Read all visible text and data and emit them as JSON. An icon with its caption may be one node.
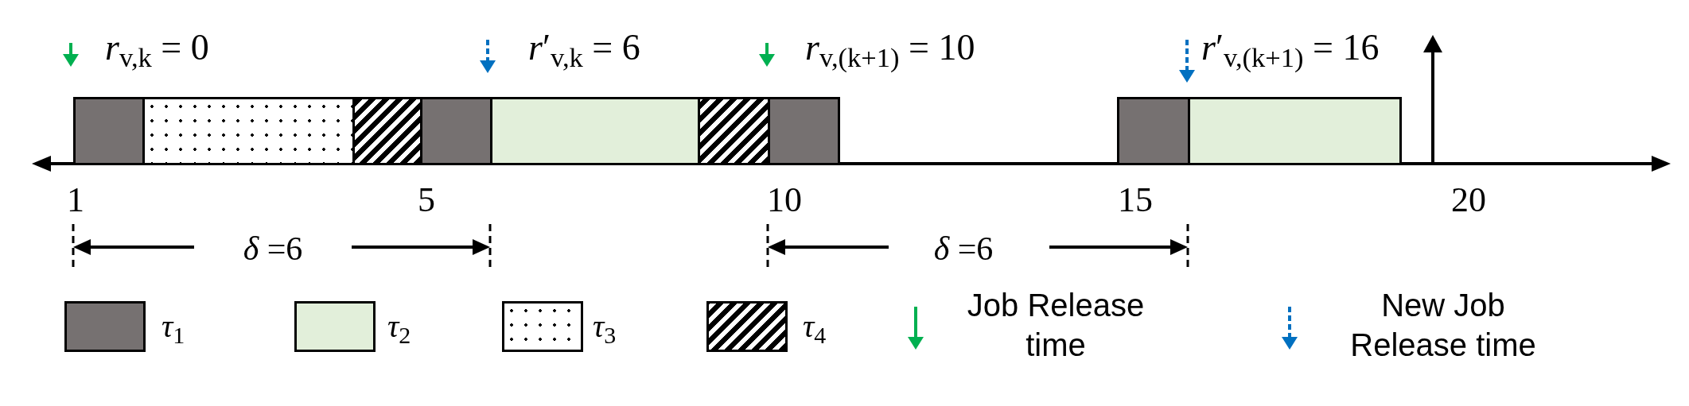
{
  "diagram": {
    "nodes": [
      {
        "text": [],
        "shape": "bar"
      },
      {
        "text": [],
        "shape": "bar"
      },
      {
        "text": [],
        "shape": "bar"
      },
      {
        "text": [],
        "shape": "bar"
      },
      {
        "text": [],
        "shape": "bar"
      },
      {
        "text": [],
        "shape": "bar"
      },
      {
        "text": [],
        "shape": "bar"
      },
      {
        "text": [],
        "shape": "bar"
      },
      {
        "text": [],
        "shape": "bar"
      }
    ],
    "labels": [
      "*r*$_{v,k}$ = 0",
      "*r*′$_{v,k}$ = 6",
      "*r*$_{v,(k+1)}$ = 10",
      "*r*′$_{v,(k+1)}$ = 16",
      "1",
      "5",
      "10",
      "15",
      "20",
      "*δ* =6",
      "*δ* =6"
    ],
    "legend": [
      {
        "text": "*τ*$_{1}$",
        "color": "#767171"
      },
      {
        "text": "*τ*$_{2}$",
        "color": "#e2efda"
      },
      {
        "text": "*τ*$_{3}$"
      },
      {
        "text": "*τ*$_{4}$"
      },
      {
        "text": "Job Release time"
      },
      {
        "text": "New Job Release time"
      }
    ]
  }
}
